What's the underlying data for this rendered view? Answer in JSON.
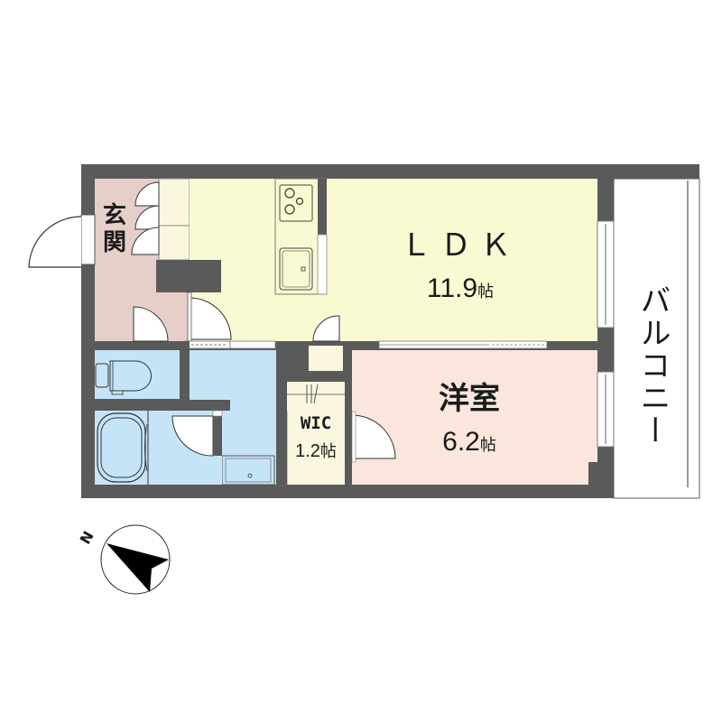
{
  "floor_plan": {
    "rooms": {
      "ldk": {
        "name": "ＬＤＫ",
        "size": "11.9",
        "unit": "帖"
      },
      "western_room": {
        "name": "洋室",
        "size": "6.2",
        "unit": "帖"
      },
      "wic": {
        "name": "WIC",
        "size": "1.2",
        "unit": "帖"
      },
      "entrance": {
        "name": "玄関"
      },
      "balcony": {
        "name": "バルコニー"
      }
    },
    "compass": {
      "label": "N"
    },
    "colors": {
      "wall": "#5a5a5a",
      "ldk": "#fafad2",
      "western_room": "#fae6dc",
      "entrance": "#e6cfc8",
      "wet_area": "#c6e4f8",
      "wic": "#fbf7df",
      "balcony": "#ffffff"
    }
  }
}
